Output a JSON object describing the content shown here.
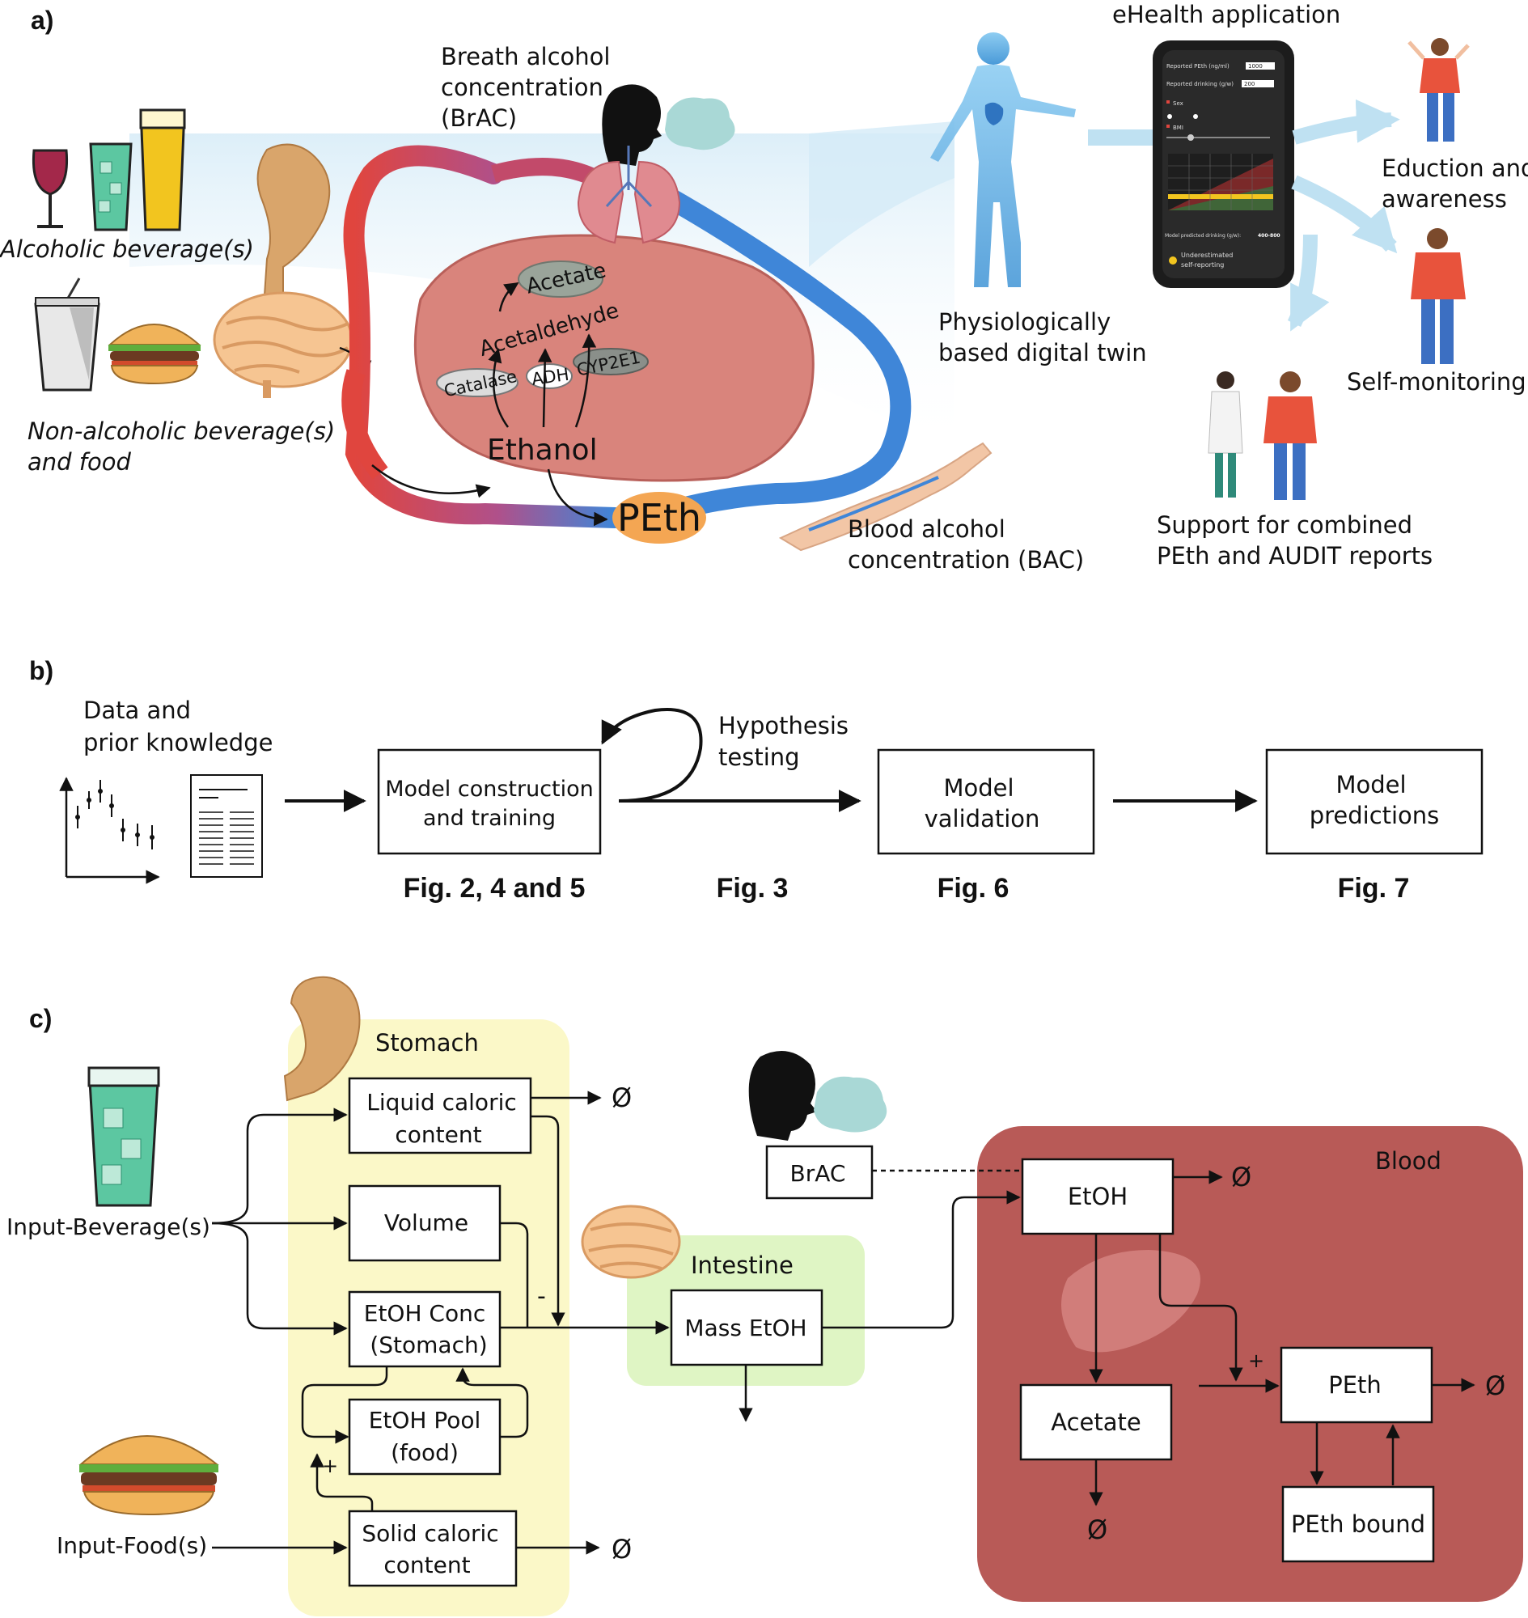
{
  "colors": {
    "artery": "#e0453e",
    "vein": "#3f86d8",
    "liver": "#d9847c",
    "stomach_region": "#fbf8c8",
    "intestine_region": "#dff5c4",
    "blood_region": "#b85a57",
    "peth_oval": "#f4a653",
    "twin_blue": "#6fb6ea",
    "arrow_light": "#bfe1f2"
  },
  "panel_a": {
    "label": "a)",
    "alcoholic_beverages": "Alcoholic beverage(s)",
    "non_alcoholic_line1": "Non-alcoholic beverage(s)",
    "non_alcoholic_line2": "and food",
    "brac_line1": "Breath alcohol",
    "brac_line2": "concentration",
    "brac_line3": "(BrAC)",
    "acetate": "Acetate",
    "acetaldehyde": "Acetaldehyde",
    "catalase": "Catalase",
    "adh": "ADH",
    "cyp2e1": "CYP2E1",
    "ethanol": "Ethanol",
    "peth": "PEth",
    "bac_line1": "Blood alcohol",
    "bac_line2": "concentration (BAC)",
    "twin_line1": "Physiologically",
    "twin_line2": "based digital twin",
    "app_title": "eHealth application",
    "phone_reported_peth": "Reported PEth (ng/ml)",
    "phone_reported_peth_val": "1000",
    "phone_reported_drinking": "Reported drinking (g/w)",
    "phone_reported_drinking_val": "200",
    "phone_sex": "Sex",
    "phone_bmi": "BMI",
    "phone_model_pred": "Model predicted drinking (g/w):",
    "phone_model_pred_val": "400-800",
    "phone_warning_line1": "Underestimated",
    "phone_warning_line2": "self-reporting",
    "education_line1": "Eduction and",
    "education_line2": "awareness",
    "self_monitoring": "Self-monitoring",
    "support_line1": "Support for combined",
    "support_line2": "PEth and AUDIT reports"
  },
  "panel_b": {
    "label": "b)",
    "data_line1": "Data and",
    "data_line2": "prior knowledge",
    "step1_line1": "Model construction",
    "step1_line2": "and training",
    "hyp_line1": "Hypothesis",
    "hyp_line2": "testing",
    "step2_line1": "Model",
    "step2_line2": "validation",
    "step3_line1": "Model",
    "step3_line2": "predictions",
    "fig_ref1": "Fig. 2, 4 and 5",
    "fig_ref2": "Fig. 3",
    "fig_ref3": "Fig. 6",
    "fig_ref4": "Fig. 7"
  },
  "panel_c": {
    "label": "c)",
    "stomach": "Stomach",
    "input_beverage": "Input-Beverage(s)",
    "input_food": "Input-Food(s)",
    "liquid_line1": "Liquid caloric",
    "liquid_line2": "content",
    "volume": "Volume",
    "etoh_conc_line1": "EtOH Conc",
    "etoh_conc_line2": "(Stomach)",
    "etoh_pool_line1": "EtOH Pool",
    "etoh_pool_line2": "(food)",
    "solid_line1": "Solid caloric",
    "solid_line2": "content",
    "intestine": "Intestine",
    "mass_etoh": "Mass EtOH",
    "brac": "BrAC",
    "blood": "Blood",
    "etoh": "EtOH",
    "acetate": "Acetate",
    "peth": "PEth",
    "peth_bound": "PEth bound",
    "sink": "Ø",
    "minus": "-",
    "plus": "+"
  }
}
